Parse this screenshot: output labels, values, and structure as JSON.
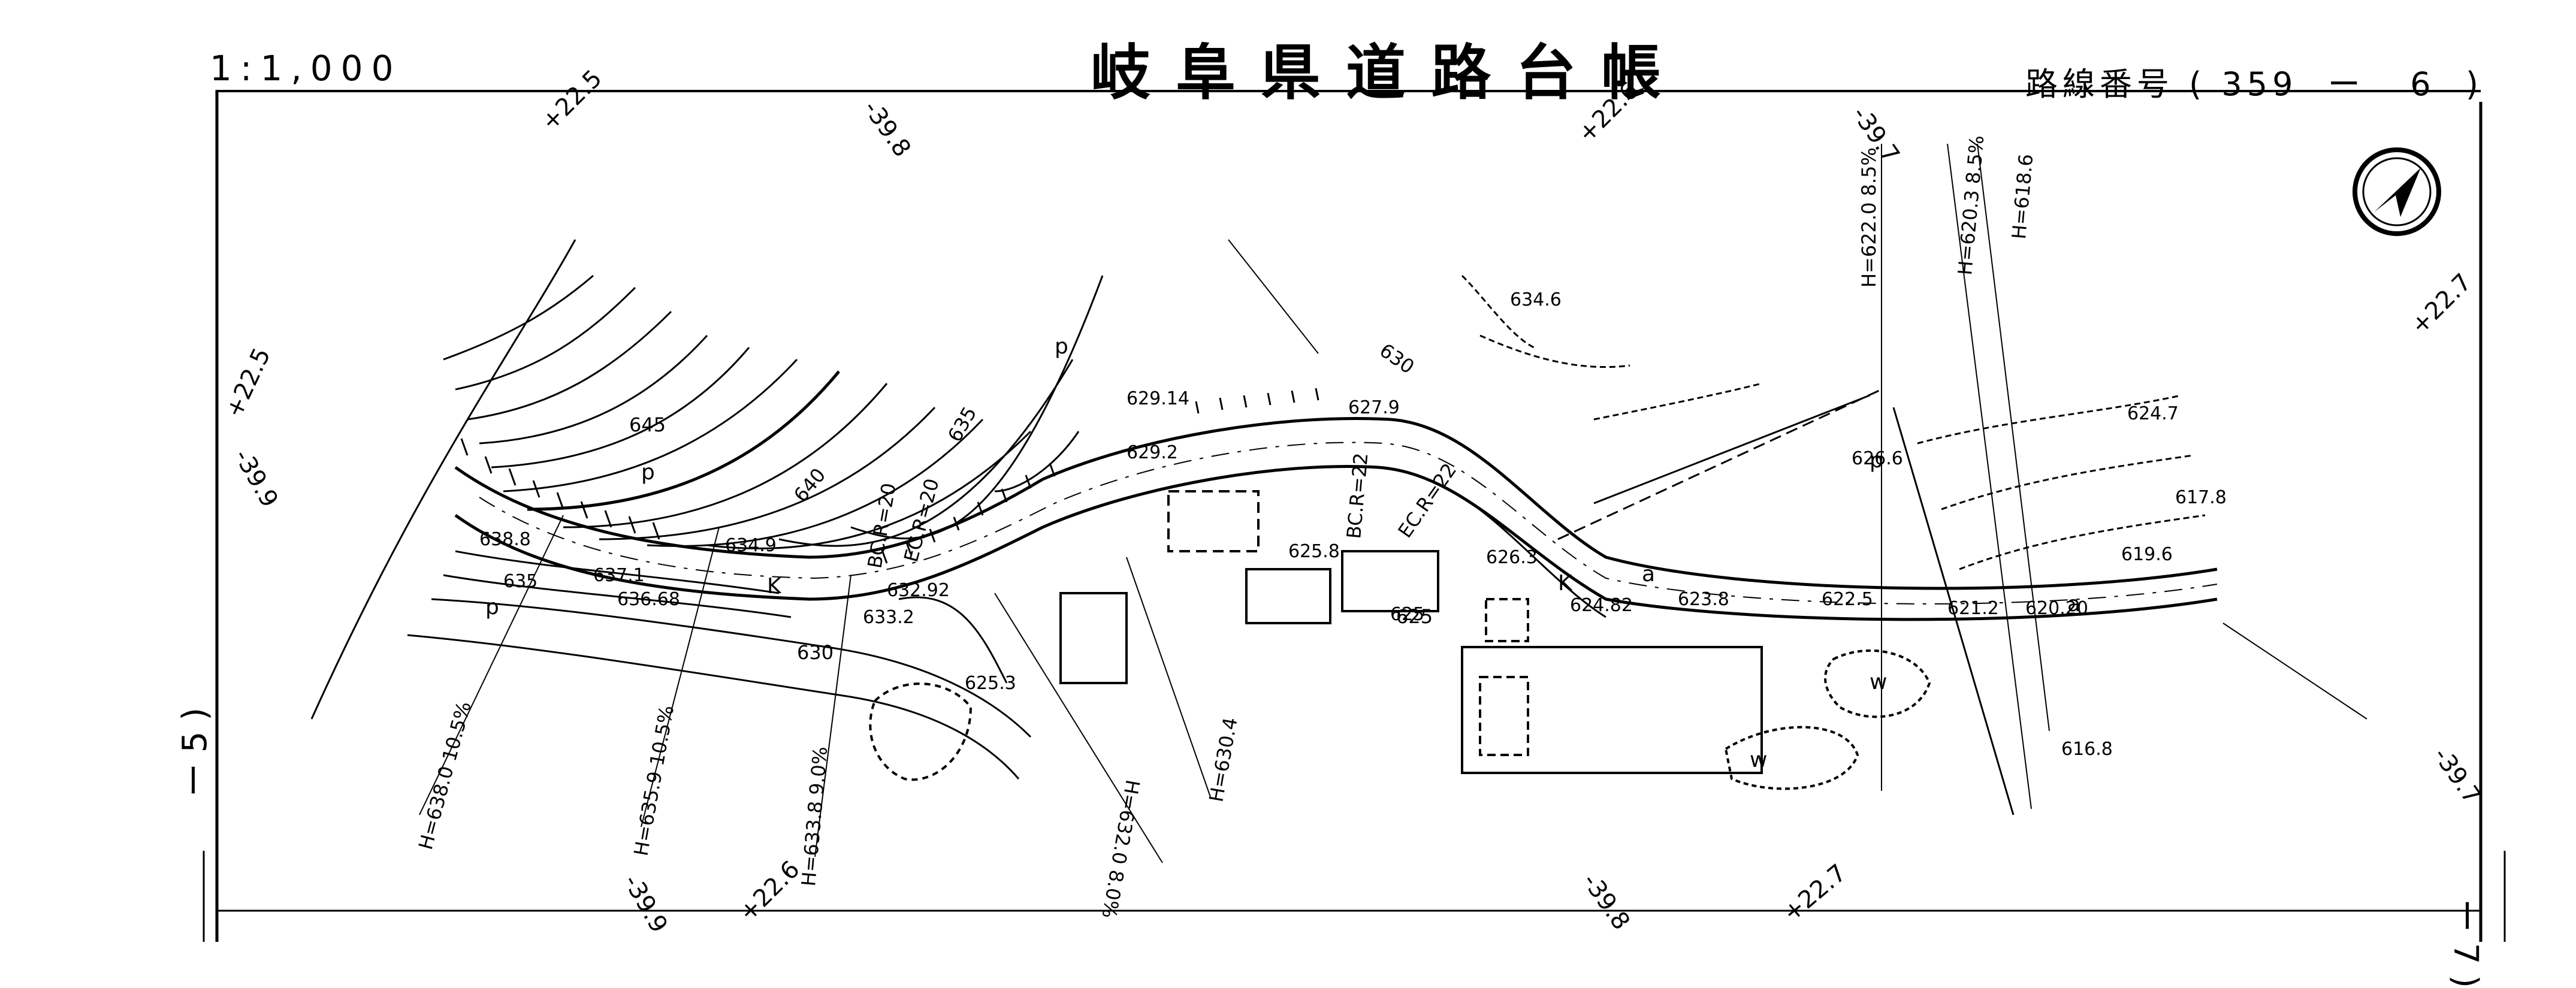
{
  "header": {
    "scale": "1:1,000",
    "title": "岐阜県道路台帳",
    "route_label": "路線番号",
    "route_number": "( 359  ー   6  )"
  },
  "side_labels": {
    "left": "ー 5 )",
    "right": "ー 7 )"
  },
  "north_arrow": "north-arrow-icon",
  "coords": [
    "+22.5",
    "-39.8",
    "+22.6",
    "-39.7",
    "+22.7",
    "+22.5",
    "-39.9",
    "-39.9",
    "+22.6",
    "-39.8",
    "+22.7",
    "-39.7"
  ],
  "contours": [
    "645",
    "640",
    "635",
    "630",
    "630",
    "625"
  ],
  "spot_heights": [
    "638.8",
    "637.1",
    "636.68",
    "635",
    "634.9",
    "633.2",
    "632.92",
    "629.14",
    "629.2",
    "627.9",
    "625.8",
    "625",
    "625.3",
    "626.3",
    "624.82",
    "623.8",
    "622.5",
    "621.2",
    "620.20",
    "634.6",
    "626.6",
    "624.7",
    "617.8",
    "619.6",
    "616.8"
  ],
  "curves": [
    "BC.R=20",
    "EC.R=20",
    "BC.R=22",
    "EC.R=22"
  ],
  "grades": [
    "H=638.0\n10.5%",
    "H=635.9\n10.5%",
    "H=633.8\n9.0%",
    "H=632.0\n8.0%",
    "H=630.4",
    "H=622.0\n8.5%",
    "H=620.3\n8.5%",
    "H=618.6"
  ],
  "symbols": [
    "K",
    "K",
    "a",
    "a",
    "w",
    "w",
    "p",
    "p",
    "p",
    "p"
  ]
}
